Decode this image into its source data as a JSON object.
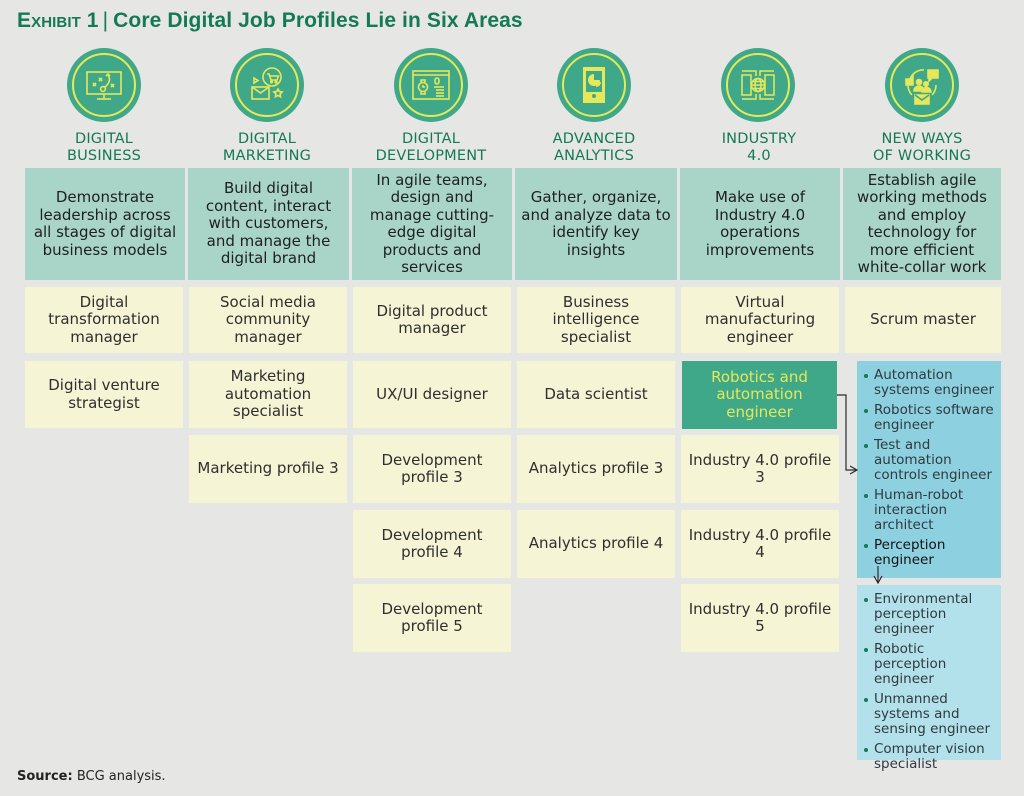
{
  "title": {
    "exhibit": "Exhibit 1",
    "separator": "|",
    "text": "Core Digital Job Profiles Lie in Six Areas"
  },
  "colors": {
    "title_green": "#137a55",
    "icon_fill": "#3fa889",
    "icon_line": "#e6e85a",
    "description_bg": "#a8d5c8",
    "profile_bg": "#f5f4d5",
    "highlight_bg": "#3fa889",
    "highlight_text": "#e6e85a",
    "list1_bg": "#8dd1e1",
    "list2_bg": "#b3e1eb",
    "page_bg": "#e6e6e5"
  },
  "areas": [
    {
      "icon": "strategy-board-icon",
      "label_line1": "DIGITAL",
      "label_line2": "BUSINESS",
      "description": "Demonstrate leadership across all stages of digital business models",
      "profiles": [
        "Digital transformation manager",
        "Digital venture strategist"
      ]
    },
    {
      "icon": "shopping-cart-mail-icon",
      "label_line1": "DIGITAL",
      "label_line2": "MARKETING",
      "description": "Build digital content, interact with customers, and manage the digital brand",
      "profiles": [
        "Social media community manager",
        "Marketing automation specialist",
        "Marketing profile 3"
      ]
    },
    {
      "icon": "browser-watch-icon",
      "label_line1": "DIGITAL",
      "label_line2": "DEVELOPMENT",
      "description": "In agile teams, design and manage cutting-edge digital products and services",
      "profiles": [
        "Digital product manager",
        "UX/UI designer",
        "Development profile 3",
        "Development profile 4",
        "Development profile 5"
      ]
    },
    {
      "icon": "tablet-pie-chart-icon",
      "label_line1": "ADVANCED",
      "label_line2": "ANALYTICS",
      "description": "Gather, organize, and analyze data to identify key insights",
      "profiles": [
        "Business intelligence specialist",
        "Data scientist",
        "Analytics profile 3",
        "Analytics profile 4"
      ]
    },
    {
      "icon": "globe-devices-icon",
      "label_line1": "INDUSTRY",
      "label_line2": "4.0",
      "description": "Make use of Industry 4.0 operations improvements",
      "profiles": [
        "Virtual manufacturing engineer",
        "Robotics and automation engineer",
        "Industry 4.0 profile 3",
        "Industry 4.0 profile 4",
        "Industry 4.0 profile 5"
      ],
      "highlighted_profile_index": 1
    },
    {
      "icon": "collaboration-cycle-icon",
      "label_line1": "NEW WAYS",
      "label_line2": "OF WORKING",
      "description": "Establish agile working methods and employ technology for more efficient white-collar work",
      "profiles": [
        "Scrum master"
      ]
    }
  ],
  "robotics_roles": [
    "Automation systems engineer",
    "Robotics software engineer",
    "Test and automation controls engineer",
    "Human-robot interaction architect",
    "Perception engineer"
  ],
  "perception_roles": [
    "Environmental perception engineer",
    "Robotic perception engineer",
    "Unmanned systems and sensing engineer",
    "Computer vision specialist"
  ],
  "source": {
    "label": "Source:",
    "text": "BCG analysis."
  }
}
